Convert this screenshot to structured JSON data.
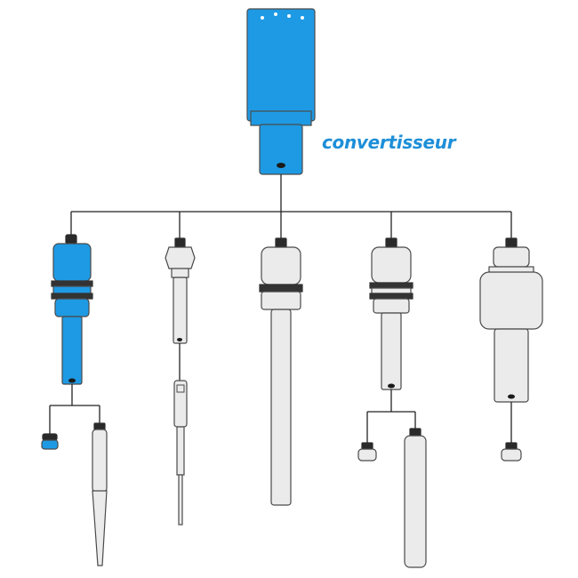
{
  "diagram": {
    "converter_label": "convertisseur",
    "converter_name": "converter",
    "probes": [
      {
        "name": "probe-1-booster-with-tapered-tip"
      },
      {
        "name": "probe-2-thin-probe-with-micro-tip"
      },
      {
        "name": "probe-3-long-probe"
      },
      {
        "name": "probe-4-probe-with-extension"
      },
      {
        "name": "probe-5-wide-probe-with-cap"
      }
    ]
  },
  "colors": {
    "highlight": "#1e9ae4",
    "label_text": "#1e8fd8",
    "outline": "#4a4a4a",
    "body_fill": "#ebebeb",
    "ring": "#333333"
  }
}
